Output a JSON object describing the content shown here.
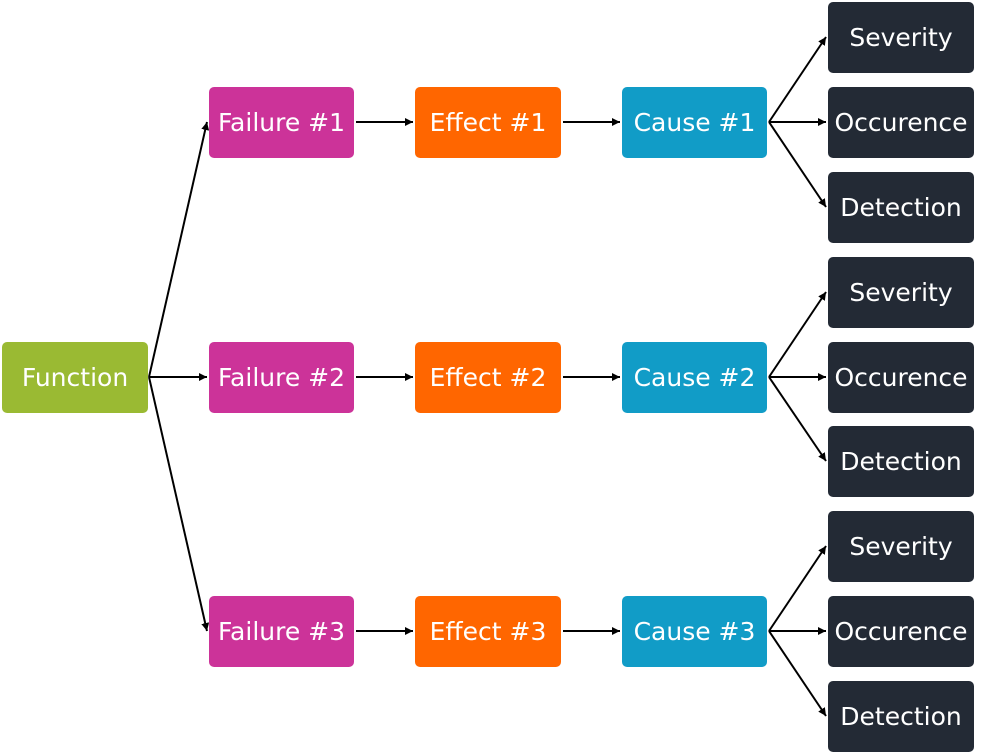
{
  "diagram": {
    "function": {
      "label": "Function",
      "color": "#9aba33"
    },
    "rows": [
      {
        "failure": {
          "label": "Failure #1"
        },
        "effect": {
          "label": "Effect #1"
        },
        "cause": {
          "label": "Cause #1"
        },
        "ratings": [
          {
            "label": "Severity"
          },
          {
            "label": "Occurence"
          },
          {
            "label": "Detection"
          }
        ]
      },
      {
        "failure": {
          "label": "Failure #2"
        },
        "effect": {
          "label": "Effect #2"
        },
        "cause": {
          "label": "Cause #2"
        },
        "ratings": [
          {
            "label": "Severity"
          },
          {
            "label": "Occurence"
          },
          {
            "label": "Detection"
          }
        ]
      },
      {
        "failure": {
          "label": "Failure #3"
        },
        "effect": {
          "label": "Effect #3"
        },
        "cause": {
          "label": "Cause #3"
        },
        "ratings": [
          {
            "label": "Severity"
          },
          {
            "label": "Occurence"
          },
          {
            "label": "Detection"
          }
        ]
      }
    ],
    "colors": {
      "failure": "#cc3399",
      "effect": "#ff6600",
      "cause": "#119cc7",
      "rating": "#232a35",
      "arrow": "#000000"
    }
  }
}
